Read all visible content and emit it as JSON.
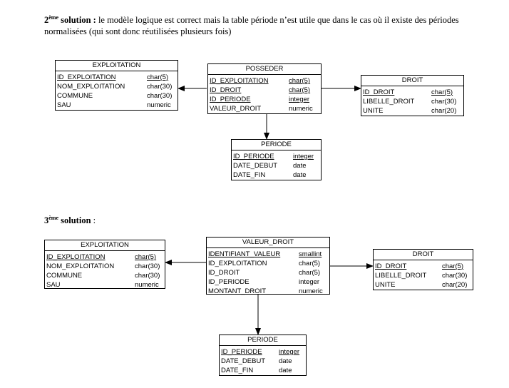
{
  "section2": {
    "sup": "ème",
    "number": "2",
    "label": "solution :",
    "text": " le modèle logique est correct mais la table période n’est utile que dans le cas où il existe des périodes normalisées (qui sont donc réutilisées plusieurs fois)"
  },
  "section3": {
    "sup": "ème",
    "number": "3",
    "label": "solution",
    "suffix": " :"
  },
  "diagram2": {
    "exploitation": {
      "title": "EXPLOITATION",
      "rows": [
        {
          "name": "ID_EXPLOITATION",
          "type": "char(5)"
        },
        {
          "name": "NOM_EXPLOITATION",
          "type": "char(30)"
        },
        {
          "name": "COMMUNE",
          "type": "char(30)"
        },
        {
          "name": "SAU",
          "type": "numeric"
        }
      ]
    },
    "posseder": {
      "title": "POSSEDER",
      "rows": [
        {
          "name": "ID_EXPLOITATION",
          "type": "char(5)"
        },
        {
          "name": "ID_DROIT",
          "type": "char(5)"
        },
        {
          "name": "ID_PERIODE",
          "type": "integer"
        },
        {
          "name": "VALEUR_DROIT",
          "type": "numeric"
        }
      ]
    },
    "droit": {
      "title": "DROIT",
      "rows": [
        {
          "name": "ID_DROIT",
          "type": "char(5)"
        },
        {
          "name": "LIBELLE_DROIT",
          "type": "char(30)"
        },
        {
          "name": "UNITE",
          "type": "char(20)"
        }
      ]
    },
    "periode": {
      "title": "PERIODE",
      "rows": [
        {
          "name": "ID_PERIODE",
          "type": "integer"
        },
        {
          "name": "DATE_DEBUT",
          "type": "date"
        },
        {
          "name": "DATE_FIN",
          "type": "date"
        }
      ]
    }
  },
  "diagram3": {
    "exploitation": {
      "title": "EXPLOITATION",
      "rows": [
        {
          "name": "ID_EXPLOITATION",
          "type": "char(5)"
        },
        {
          "name": "NOM_EXPLOITATION",
          "type": "char(30)"
        },
        {
          "name": "COMMUNE",
          "type": "char(30)"
        },
        {
          "name": "SAU",
          "type": "numeric"
        }
      ]
    },
    "valeur_droit": {
      "title": "VALEUR_DROIT",
      "rows": [
        {
          "name": "IDENTIFIANT_VALEUR",
          "type": "smallint"
        },
        {
          "name": "ID_EXPLOITATION",
          "type": "char(5)"
        },
        {
          "name": "ID_DROIT",
          "type": "char(5)"
        },
        {
          "name": "ID_PERIODE",
          "type": "integer"
        },
        {
          "name": "MONTANT_DROIT",
          "type": "numeric"
        }
      ]
    },
    "droit": {
      "title": "DROIT",
      "rows": [
        {
          "name": "ID_DROIT",
          "type": "char(5)"
        },
        {
          "name": "LIBELLE_DROIT",
          "type": "char(30)"
        },
        {
          "name": "UNITE",
          "type": "char(20)"
        }
      ]
    },
    "periode": {
      "title": "PERIODE",
      "rows": [
        {
          "name": "ID_PERIODE",
          "type": "integer"
        },
        {
          "name": "DATE_DEBUT",
          "type": "date"
        },
        {
          "name": "DATE_FIN",
          "type": "date"
        }
      ]
    }
  }
}
